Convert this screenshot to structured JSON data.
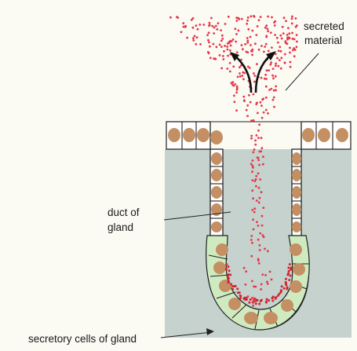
{
  "labels": {
    "secreted_line1": "secreted",
    "secreted_line2": "material",
    "duct_line1": "duct of",
    "duct_line2": "gland",
    "secretory": "secretory cells of gland"
  },
  "colors": {
    "background": "#fbfaf3",
    "tissue": "#c5d2cd",
    "cell_fill": "#ffffff",
    "outline": "#222222",
    "nucleus": "#c49063",
    "secretory_cell": "#cfeac0",
    "secretory_dot": "#d0242f",
    "secreted_dot": "#e3394a",
    "arrow": "#111111"
  }
}
